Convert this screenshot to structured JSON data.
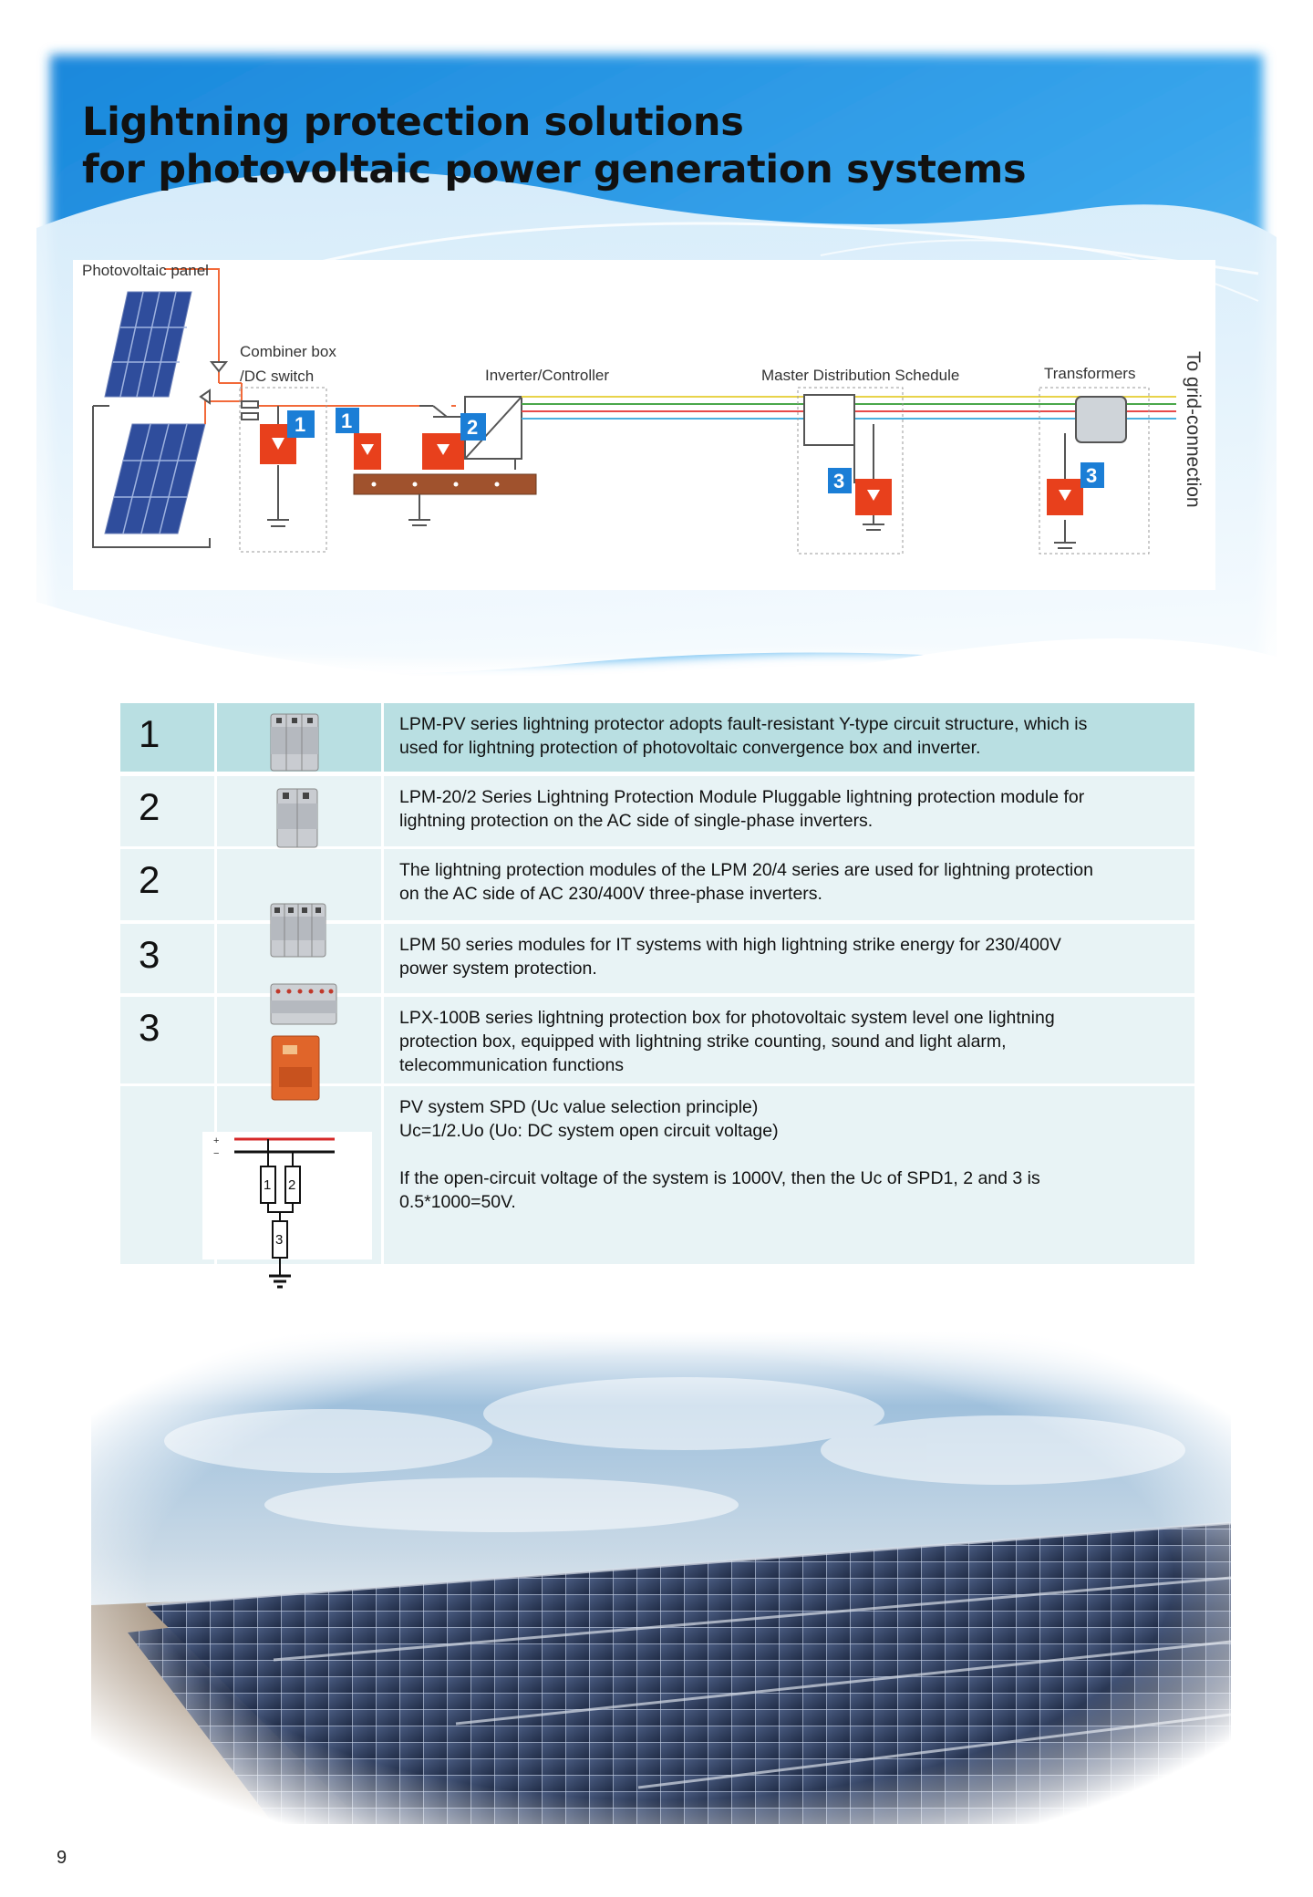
{
  "title": {
    "line1": "Lightning protection solutions",
    "line2": "for photovoltaic power generation systems"
  },
  "diagram": {
    "labels": {
      "pv_panel": "Photovoltaic panel",
      "combiner_line1": "Combiner box",
      "combiner_line2": "/DC switch",
      "inverter": "Inverter/Controller",
      "mds": "Master Distribution Schedule",
      "transformers": "Transformers",
      "grid": "To grid-connection"
    },
    "badges": [
      "1",
      "1",
      "2",
      "3",
      "3"
    ]
  },
  "table": {
    "rows": [
      {
        "num": "1",
        "lines": [
          "LPM-PV series lightning protector adopts fault-resistant Y-type circuit structure, which is",
          "used for lightning protection of photovoltaic convergence box and inverter."
        ]
      },
      {
        "num": "2",
        "lines": [
          "LPM-20/2 Series Lightning Protection Module Pluggable lightning protection module for",
          "lightning protection on the AC side of single-phase inverters."
        ]
      },
      {
        "num": "2",
        "lines": [
          "The lightning protection modules of the LPM 20/4 series are used for lightning protection",
          "on the AC side of AC 230/400V three-phase inverters."
        ]
      },
      {
        "num": "3",
        "lines": [
          "LPM 50 series modules for IT systems with high lightning strike energy for 230/400V",
          "power system protection."
        ]
      },
      {
        "num": "3",
        "lines": [
          "LPX-100B series lightning protection box for photovoltaic system level one lightning",
          "protection box, equipped with lightning strike counting, sound and light alarm,",
          "telecommunication functions"
        ]
      },
      {
        "num": "",
        "lines": [
          "PV system SPD (Uc value selection principle)",
          "Uc=1/2.Uo (Uo: DC system open circuit voltage)",
          "",
          "If the open-circuit voltage of the system is 1000V, then the Uc of SPD1, 2 and 3 is",
          "0.5*1000=50V."
        ]
      }
    ],
    "spd_diagram": {
      "plus": "+",
      "minus": "−",
      "n1": "1",
      "n2": "2",
      "n3": "3"
    }
  },
  "page_number": "9",
  "colors": {
    "sky_blue": "#1e90e0",
    "row_highlight": "#b9dfe2",
    "row_light": "#e8f3f5",
    "spd_red": "#e8401c",
    "badge_blue": "#1b7ed6"
  }
}
